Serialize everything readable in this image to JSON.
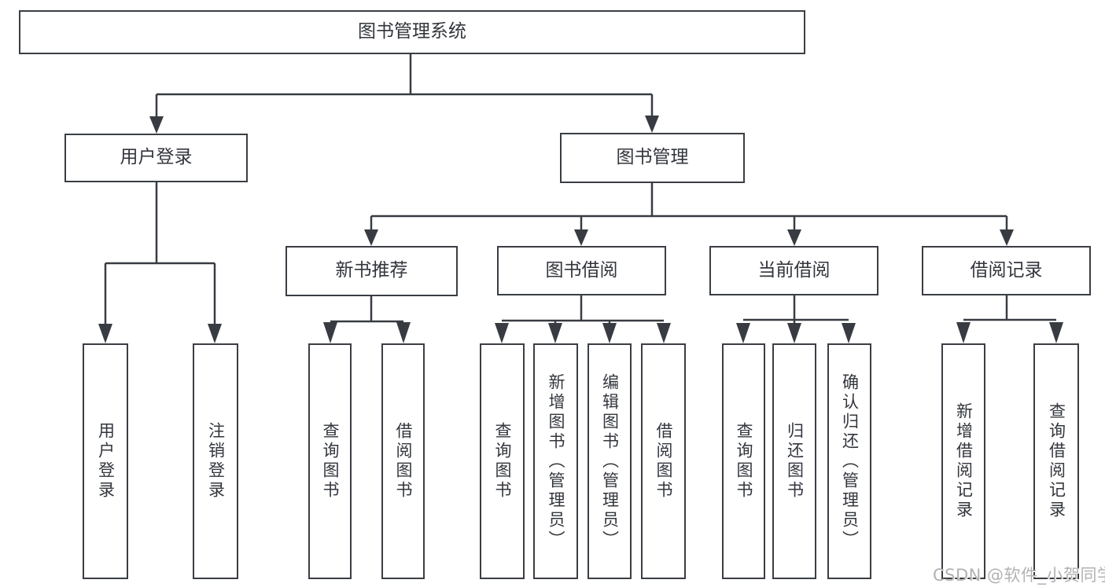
{
  "diagram": {
    "root": {
      "label": "图书管理系统"
    },
    "level2": {
      "user_login": {
        "label": "用户登录"
      },
      "book_mgmt": {
        "label": "图书管理"
      }
    },
    "level3": {
      "new_book_rec": {
        "label": "新书推荐"
      },
      "book_borrow": {
        "label": "图书借阅"
      },
      "current_borrow": {
        "label": "当前借阅"
      },
      "borrow_records": {
        "label": "借阅记录"
      }
    },
    "leaves": {
      "a1": {
        "label": "用户登录"
      },
      "a2": {
        "label": "注销登录"
      },
      "b1": {
        "label": "查询图书"
      },
      "b2": {
        "label": "借阅图书"
      },
      "c1": {
        "label": "查询图书"
      },
      "c2": {
        "label": "新增图书（管理员）"
      },
      "c3": {
        "label": "编辑图书（管理员）"
      },
      "c4": {
        "label": "借阅图书"
      },
      "d1": {
        "label": "查询图书"
      },
      "d2": {
        "label": "归还图书"
      },
      "d3": {
        "label": "确认归还（管理员）"
      },
      "e1": {
        "label": "新增借阅记录"
      },
      "e2": {
        "label": "查询借阅记录"
      }
    }
  },
  "watermark": {
    "text": "CSDN @软件_小贺同学"
  },
  "colors": {
    "line": "#383c42",
    "border": "#3a3e44",
    "text": "#32363c",
    "watermark": "#b2b2b2",
    "background": "#ffffff"
  }
}
